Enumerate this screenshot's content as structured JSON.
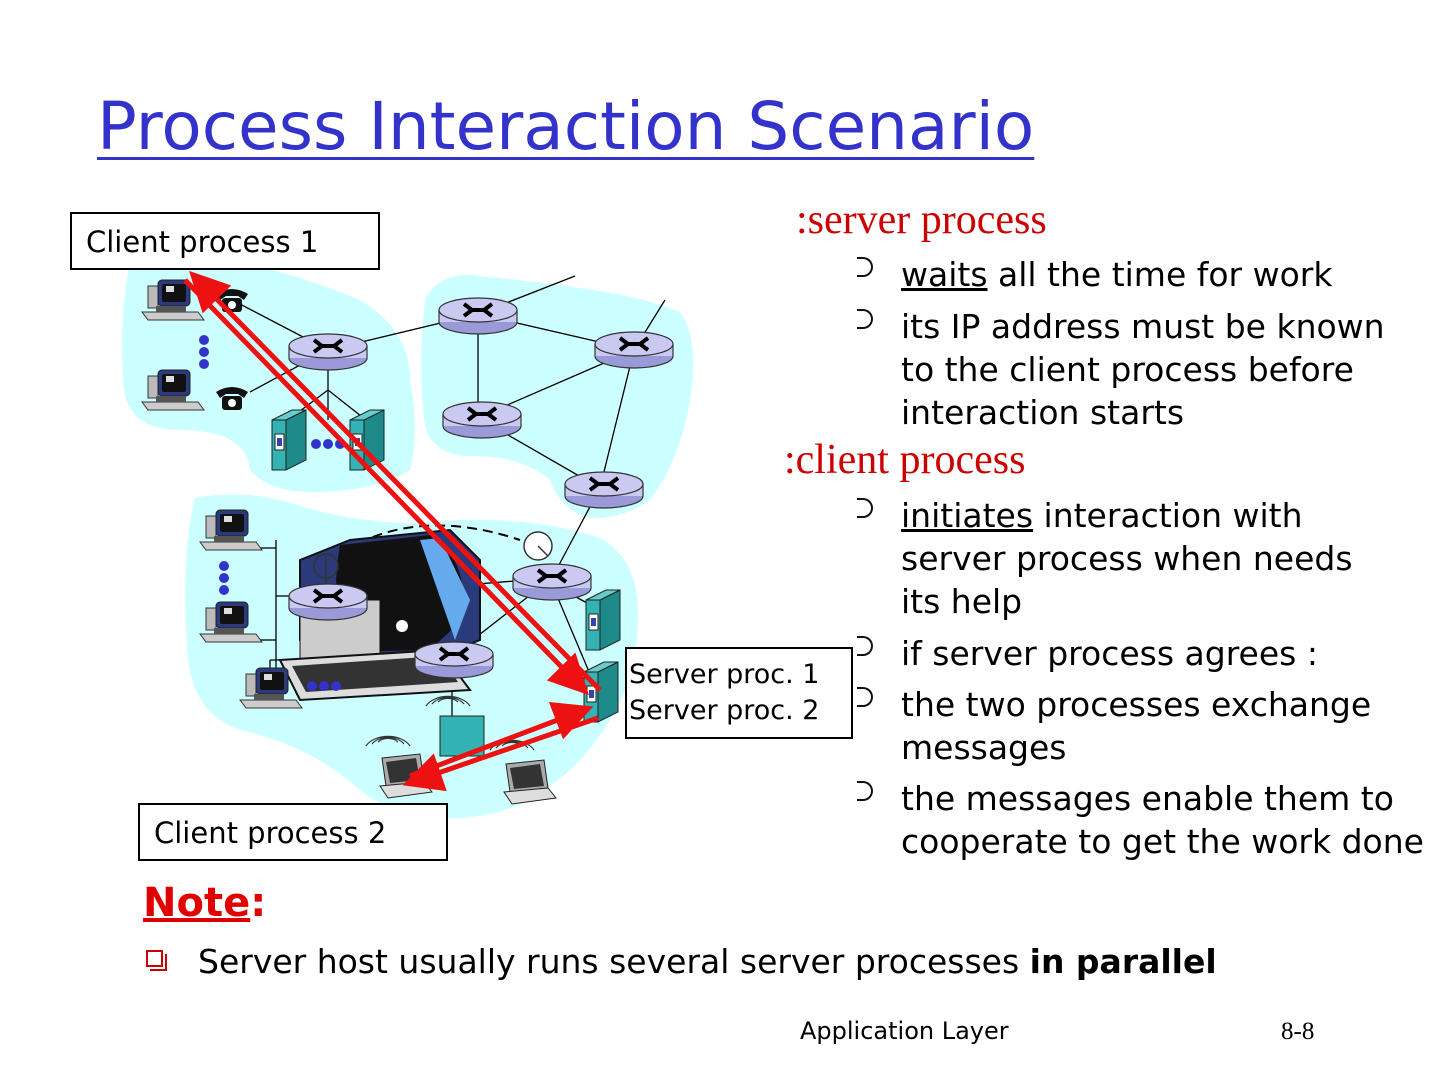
{
  "slide": {
    "title": "Process Interaction Scenario",
    "server_heading": ":server process",
    "server_bullets": [
      {
        "underlined": "waits",
        "rest": " all the time for work"
      },
      {
        "underlined": "",
        "rest": "its IP address must be known to the client process before interaction starts"
      }
    ],
    "client_heading": ":client process",
    "client_bullets": [
      {
        "underlined": "initiates",
        "rest": " interaction with server process when needs its help"
      },
      {
        "underlined": "",
        "rest": "if server process agrees :"
      },
      {
        "underlined": "",
        "rest": "the two processes exchange messages"
      },
      {
        "underlined": "",
        "rest": "the messages enable them to cooperate to get the work done"
      }
    ],
    "note_heading": "Note",
    "note_colon": ":",
    "note_text": "Server host usually runs several server processes ",
    "note_emphasis": "in parallel",
    "footer_text": "Application Layer",
    "page_number": "8-8"
  },
  "diagram": {
    "client1_label": "Client process 1",
    "client2_label": "Client process 2",
    "server_label_1": "Server proc. 1",
    "server_label_2": "Server proc. 2",
    "colors": {
      "cloud": "#ccffff",
      "arrow": "#ee1111",
      "router": "#c9c9f2",
      "server": "#33b3b3",
      "title": "#3333cc",
      "heading": "#cc0000"
    }
  }
}
